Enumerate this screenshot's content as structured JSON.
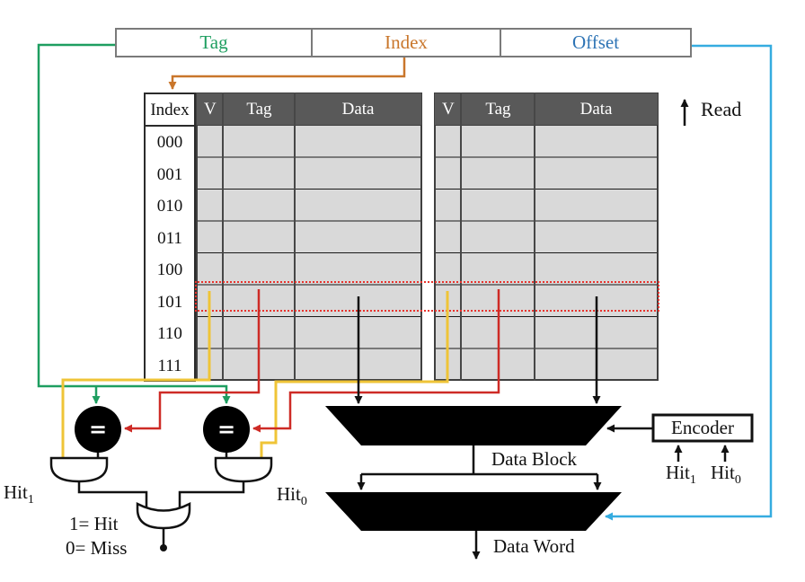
{
  "address_box": {
    "fields": [
      {
        "name": "tag",
        "label": "Tag",
        "color": "#1E9E60"
      },
      {
        "name": "index",
        "label": "Index",
        "color": "#C9762B"
      },
      {
        "name": "offset",
        "label": "Offset",
        "color": "#2E74B5"
      }
    ]
  },
  "cache_table": {
    "index_header": "Index",
    "index_rows": [
      "000",
      "001",
      "010",
      "011",
      "100",
      "101",
      "110",
      "111"
    ],
    "way_columns": [
      "V",
      "Tag",
      "Data"
    ],
    "num_ways": 2,
    "highlighted_index": "101"
  },
  "labels": {
    "read": "Read",
    "encoder": "Encoder",
    "data_block": "Data Block",
    "data_word": "Data Word",
    "hit_base": "Hit",
    "hit1_sub": "1",
    "hit0_sub": "0",
    "legend_hit": "1= Hit",
    "legend_miss": "0= Miss",
    "equals": "="
  },
  "colors": {
    "tag_wire": "#1E9E60",
    "index_wire": "#C9762B",
    "offset_wire": "#35ACE0",
    "offset_text": "#2E74B5",
    "valid_wire": "#EFC437",
    "tag_compare_wire": "#CE2B26",
    "highlight_dashed": "#E8322C",
    "table_header_bg": "#595959",
    "table_row_bg": "#D9D9D9"
  }
}
